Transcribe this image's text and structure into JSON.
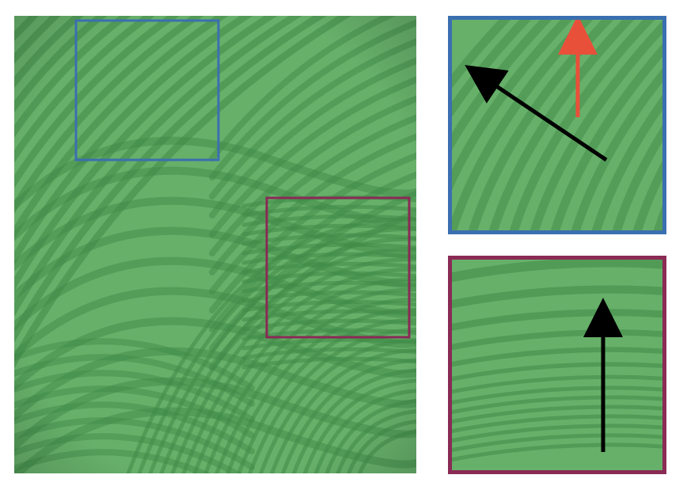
{
  "figure": {
    "main_panel": {
      "background_color": "#67b06a",
      "fringe_color": "#3f8a47",
      "highlight_regions": [
        {
          "name": "blue-region",
          "color": "#3a6fb0"
        },
        {
          "name": "purple-region",
          "color": "#8a2a55"
        }
      ]
    },
    "zoom_panels": [
      {
        "name": "blue-zoom",
        "border_color": "#3a6fb0",
        "arrows": [
          {
            "name": "black-arrow",
            "color": "#000000"
          },
          {
            "name": "red-arrow",
            "color": "#e8503a"
          }
        ]
      },
      {
        "name": "purple-zoom",
        "border_color": "#8a2a55",
        "arrows": [
          {
            "name": "black-arrow",
            "color": "#000000"
          }
        ]
      }
    ]
  }
}
